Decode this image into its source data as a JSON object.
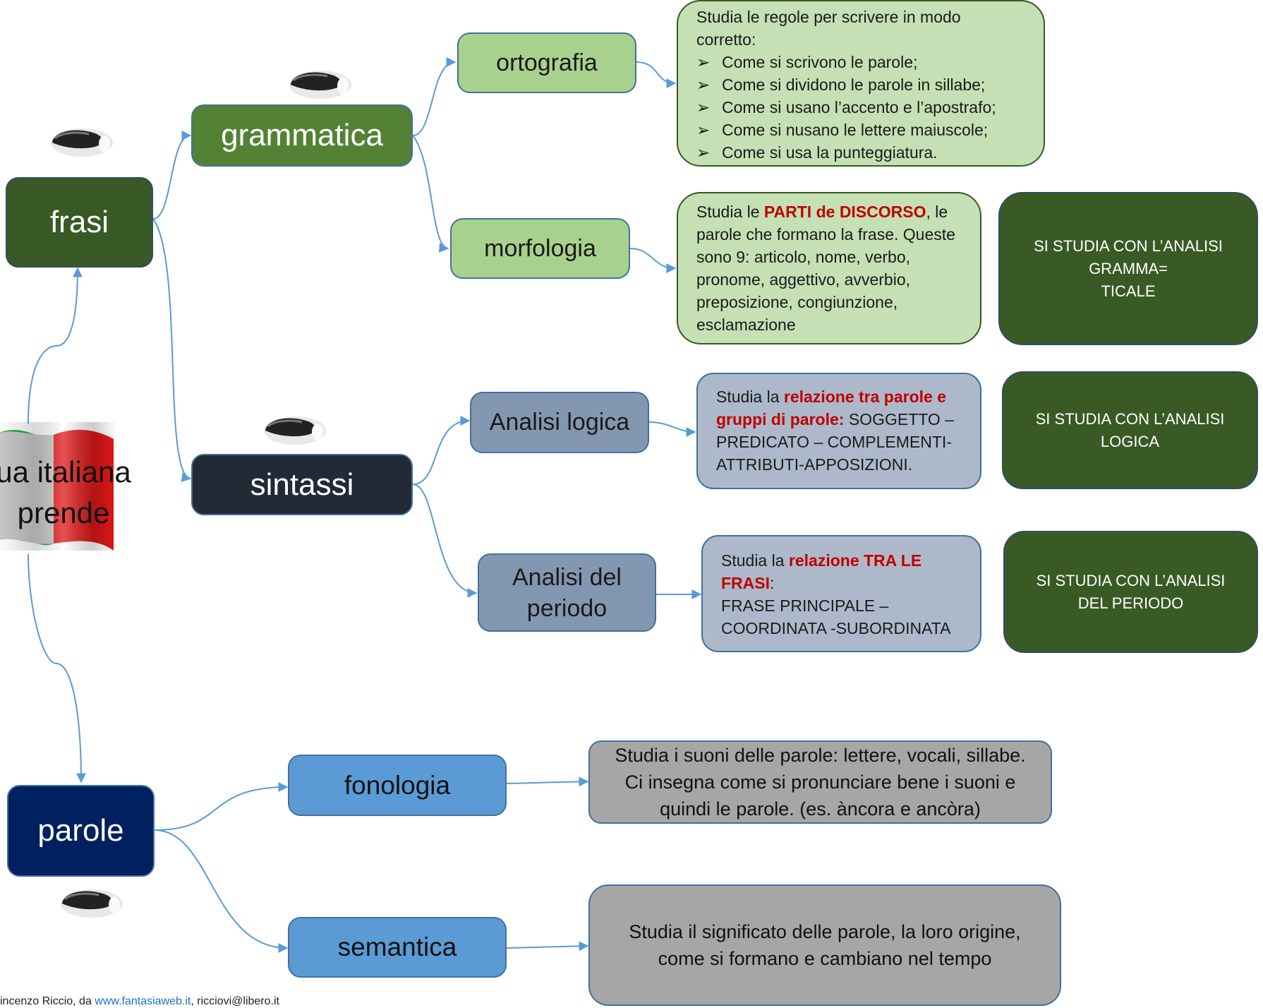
{
  "root": {
    "line1": "ua italiana",
    "line2": "prende"
  },
  "branches": {
    "frasi": "frasi",
    "parole": "parole",
    "grammatica": "grammatica",
    "sintassi": "sintassi",
    "ortografia": "ortografia",
    "morfologia": "morfologia",
    "analisi_logica": "Analisi logica",
    "analisi_periodo_1": "Analisi del",
    "analisi_periodo_2": "periodo",
    "fonologia": "fonologia",
    "semantica": "semantica"
  },
  "ortografia_desc": {
    "intro": "Studia le regole per scrivere in modo corretto:",
    "bullet": "➢",
    "items": [
      "Come si scrivono le parole;",
      "Come si dividono le parole in sillabe;",
      "Come si usano l’accento e l’apostrafo;",
      "Come si nusano le lettere maiuscole;",
      "Come si usa la punteggiatura."
    ]
  },
  "morfologia_desc": {
    "pre": "Studia le ",
    "highlight": "PARTI de DISCORSO",
    "post": ", le parole che formano la frase. Queste sono 9: articolo, nome, verbo, pronome, aggettivo, avverbio, preposizione, congiunzione, esclamazione"
  },
  "logica_desc": {
    "pre": "Studia la ",
    "highlight": "relazione tra parole e gruppi di parole:",
    "post": " SOGGETTO – PREDICATO – COMPLEMENTI-ATTRIBUTI-APPOSIZIONI."
  },
  "periodo_desc": {
    "pre": "Studia la ",
    "highlight": "relazione TRA LE FRASI",
    "colon": ":",
    "post": "FRASE PRINCIPALE – COORDINATA -SUBORDINATA"
  },
  "notes": {
    "grammaticale": [
      "SI STUDIA CON L’ANALISI",
      "GRAMMA=",
      "TICALE"
    ],
    "logica": [
      "SI STUDIA CON L’ANALISI",
      "LOGICA"
    ],
    "periodo": [
      "SI STUDIA CON L’ANALISI",
      "DEL PERIODO"
    ]
  },
  "fonologia_desc": "Studia i suoni delle parole: lettere, vocali, sillabe. Ci insegna come si pronunciare bene i suoni e quindi le parole.  (es. àncora e ancòra)",
  "semantica_desc": "Studia il significato delle parole, la loro origine, come si formano e cambiano nel tempo",
  "credit": {
    "pre": "incenzo Riccio, da ",
    "link": "www.fantasiaweb.it",
    "post": ", ricciovi@libero.it"
  },
  "icons": [
    "computer-mouse-icon",
    "flag-italy-icon"
  ],
  "colors": {
    "connector": "#5b9bd5",
    "highlight": "#c00000"
  }
}
